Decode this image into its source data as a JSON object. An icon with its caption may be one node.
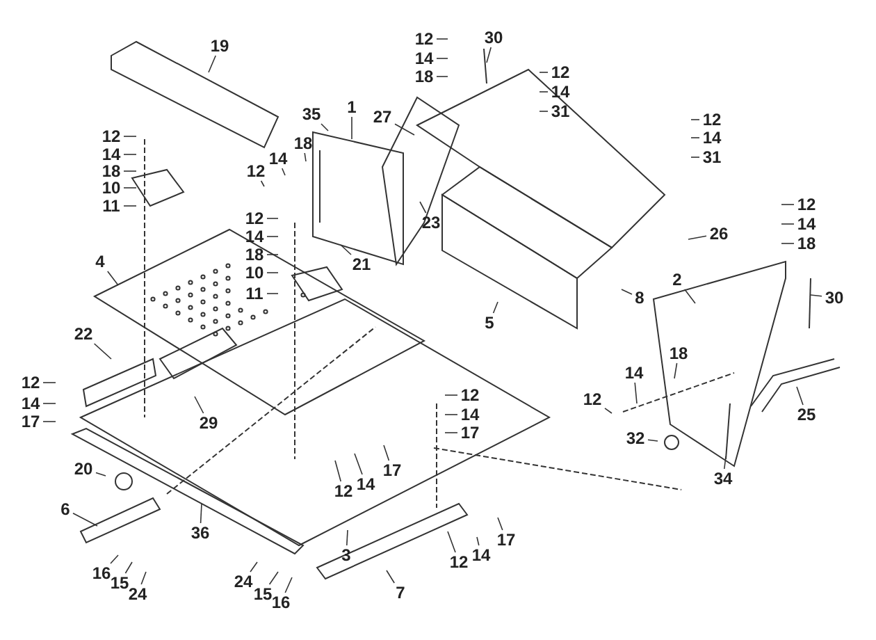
{
  "diagram": {
    "nodes": [
      {
        "text": [
          "30"
        ]
      },
      {
        "text": [
          "12"
        ]
      },
      {
        "text": [
          "19"
        ]
      },
      {
        "text": [
          "14"
        ]
      },
      {
        "text": [
          "12"
        ]
      },
      {
        "text": [
          "18"
        ]
      },
      {
        "text": [
          "14"
        ]
      },
      {
        "text": [
          "1"
        ]
      },
      {
        "text": [
          "31"
        ]
      },
      {
        "text": [
          "27"
        ]
      },
      {
        "text": [
          "12"
        ]
      },
      {
        "text": [
          "35"
        ]
      },
      {
        "text": [
          "12"
        ]
      },
      {
        "text": [
          "14"
        ]
      },
      {
        "text": [
          "18"
        ]
      },
      {
        "text": [
          "14"
        ]
      },
      {
        "text": [
          "14"
        ]
      },
      {
        "text": [
          "31"
        ]
      },
      {
        "text": [
          "12"
        ]
      },
      {
        "text": [
          "18"
        ]
      },
      {
        "text": [
          "10"
        ]
      },
      {
        "text": [
          "12"
        ]
      },
      {
        "text": [
          "11"
        ]
      },
      {
        "text": [
          "12"
        ]
      },
      {
        "text": [
          "23"
        ]
      },
      {
        "text": [
          "14"
        ]
      },
      {
        "text": [
          "26"
        ]
      },
      {
        "text": [
          "14"
        ]
      },
      {
        "text": [
          "18"
        ]
      },
      {
        "text": [
          "18"
        ]
      },
      {
        "text": [
          "4"
        ]
      },
      {
        "text": [
          "21"
        ]
      },
      {
        "text": [
          "10"
        ]
      },
      {
        "text": [
          "2"
        ]
      },
      {
        "text": [
          "11"
        ]
      },
      {
        "text": [
          "8"
        ]
      },
      {
        "text": [
          "30"
        ]
      },
      {
        "text": [
          "5"
        ]
      },
      {
        "text": [
          "22"
        ]
      },
      {
        "text": [
          "18"
        ]
      },
      {
        "text": [
          "14"
        ]
      },
      {
        "text": [
          "12"
        ]
      },
      {
        "text": [
          "12"
        ]
      },
      {
        "text": [
          "12"
        ]
      },
      {
        "text": [
          "14"
        ]
      },
      {
        "text": [
          "14"
        ]
      },
      {
        "text": [
          "25"
        ]
      },
      {
        "text": [
          "17"
        ]
      },
      {
        "text": [
          "29"
        ]
      },
      {
        "text": [
          "17"
        ]
      },
      {
        "text": [
          "32"
        ]
      },
      {
        "text": [
          "17"
        ]
      },
      {
        "text": [
          "20"
        ]
      },
      {
        "text": [
          "34"
        ]
      },
      {
        "text": [
          "14"
        ]
      },
      {
        "text": [
          "12"
        ]
      },
      {
        "text": [
          "6"
        ]
      },
      {
        "text": [
          "36"
        ]
      },
      {
        "text": [
          "17"
        ]
      },
      {
        "text": [
          "14"
        ]
      },
      {
        "text": [
          "3"
        ]
      },
      {
        "text": [
          "12"
        ]
      },
      {
        "text": [
          "16"
        ]
      },
      {
        "text": [
          "24"
        ]
      },
      {
        "text": [
          "15"
        ]
      },
      {
        "text": [
          "7"
        ]
      },
      {
        "text": [
          "24"
        ]
      },
      {
        "text": [
          "15"
        ]
      },
      {
        "text": [
          "16"
        ]
      }
    ],
    "edges": [
      {
        "from": 0,
        "to": null,
        "arrow": "none"
      },
      {
        "from": 1,
        "to": null,
        "arrow": "none"
      },
      {
        "from": 2,
        "to": null,
        "arrow": "none"
      },
      {
        "from": 3,
        "to": null,
        "arrow": "none"
      },
      {
        "from": 4,
        "to": null,
        "arrow": "none"
      },
      {
        "from": 5,
        "to": null,
        "arrow": "none"
      },
      {
        "from": 6,
        "to": null,
        "arrow": "none"
      },
      {
        "from": 7,
        "to": null,
        "arrow": "none"
      },
      {
        "from": 8,
        "to": null,
        "arrow": "none"
      },
      {
        "from": 9,
        "to": null,
        "arrow": "none"
      },
      {
        "from": 10,
        "to": null,
        "arrow": "none"
      },
      {
        "from": 11,
        "to": null,
        "arrow": "none"
      },
      {
        "from": 12,
        "to": null,
        "arrow": "none"
      },
      {
        "from": 13,
        "to": null,
        "arrow": "none"
      },
      {
        "from": 14,
        "to": null,
        "arrow": "none"
      },
      {
        "from": 15,
        "to": null,
        "arrow": "none"
      },
      {
        "from": 16,
        "to": null,
        "arrow": "none"
      },
      {
        "from": 17,
        "to": null,
        "arrow": "none"
      },
      {
        "from": 18,
        "to": null,
        "arrow": "none"
      },
      {
        "from": 19,
        "to": null,
        "arrow": "none"
      },
      {
        "from": 20,
        "to": null,
        "arrow": "none"
      },
      {
        "from": 21,
        "to": null,
        "arrow": "none"
      },
      {
        "from": 22,
        "to": null,
        "arrow": "none"
      },
      {
        "from": 23,
        "to": null,
        "arrow": "none"
      },
      {
        "from": 24,
        "to": null,
        "arrow": "none"
      },
      {
        "from": 25,
        "to": null,
        "arrow": "none"
      },
      {
        "from": 26,
        "to": null,
        "arrow": "none"
      },
      {
        "from": 27,
        "to": null,
        "arrow": "none"
      },
      {
        "from": 28,
        "to": null,
        "arrow": "none"
      },
      {
        "from": 29,
        "to": null,
        "arrow": "none"
      },
      {
        "from": 30,
        "to": null,
        "arrow": "none"
      },
      {
        "from": 31,
        "to": null,
        "arrow": "none"
      },
      {
        "from": 32,
        "to": null,
        "arrow": "none"
      },
      {
        "from": 33,
        "to": null,
        "arrow": "none"
      },
      {
        "from": 34,
        "to": null,
        "arrow": "none"
      },
      {
        "from": 35,
        "to": null,
        "arrow": "none"
      },
      {
        "from": 36,
        "to": null,
        "arrow": "none"
      },
      {
        "from": 37,
        "to": null,
        "arrow": "none"
      },
      {
        "from": 38,
        "to": null,
        "arrow": "none"
      },
      {
        "from": 39,
        "to": null,
        "arrow": "none"
      },
      {
        "from": 40,
        "to": null,
        "arrow": "none"
      },
      {
        "from": 41,
        "to": null,
        "arrow": "none"
      },
      {
        "from": 42,
        "to": null,
        "arrow": "none"
      },
      {
        "from": 43,
        "to": null,
        "arrow": "none"
      },
      {
        "from": 44,
        "to": null,
        "arrow": "none"
      },
      {
        "from": 45,
        "to": null,
        "arrow": "none"
      },
      {
        "from": 46,
        "to": null,
        "arrow": "none"
      },
      {
        "from": 47,
        "to": null,
        "arrow": "none"
      },
      {
        "from": 48,
        "to": null,
        "arrow": "none"
      },
      {
        "from": 49,
        "to": null,
        "arrow": "none"
      },
      {
        "from": 50,
        "to": null,
        "arrow": "none"
      },
      {
        "from": 51,
        "to": null,
        "arrow": "none"
      },
      {
        "from": 52,
        "to": null,
        "arrow": "none"
      },
      {
        "from": 53,
        "to": null,
        "arrow": "none"
      },
      {
        "from": 54,
        "to": null,
        "arrow": "none"
      },
      {
        "from": 55,
        "to": null,
        "arrow": "none"
      },
      {
        "from": 56,
        "to": null,
        "arrow": "none"
      },
      {
        "from": 57,
        "to": null,
        "arrow": "none"
      },
      {
        "from": 58,
        "to": null,
        "arrow": "none"
      },
      {
        "from": 59,
        "to": null,
        "arrow": "none"
      },
      {
        "from": 60,
        "to": null,
        "arrow": "none"
      },
      {
        "from": 61,
        "to": null,
        "arrow": "none"
      },
      {
        "from": 62,
        "to": null,
        "arrow": "none"
      },
      {
        "from": 63,
        "to": null,
        "arrow": "none"
      },
      {
        "from": 64,
        "to": null,
        "arrow": "none"
      },
      {
        "from": 65,
        "to": null,
        "arrow": "none"
      },
      {
        "from": 66,
        "to": null,
        "arrow": "none"
      },
      {
        "from": 67,
        "to": null,
        "arrow": "none"
      },
      {
        "from": 68,
        "to": null,
        "arrow": "none"
      }
    ]
  }
}
